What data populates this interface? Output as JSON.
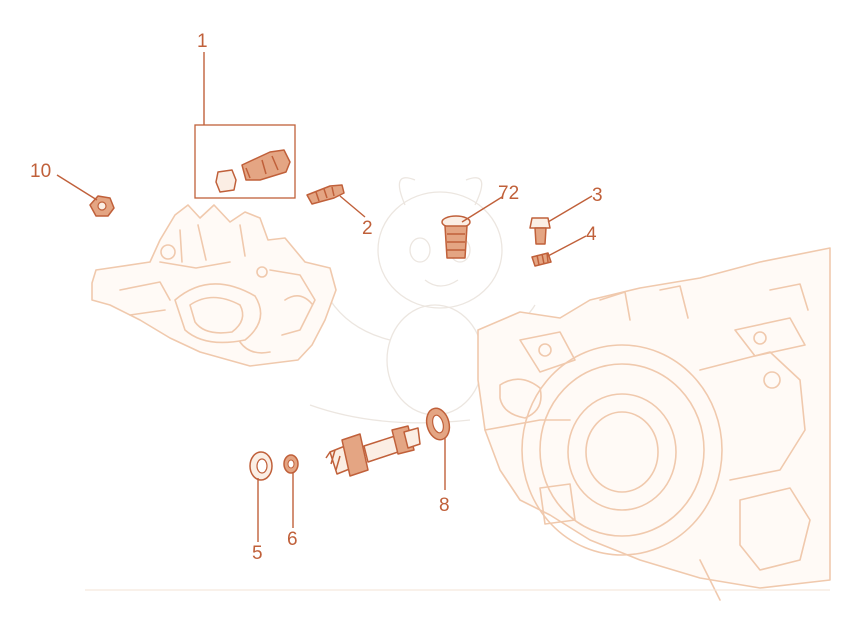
{
  "diagram": {
    "callouts": [
      {
        "id": "c1",
        "label": "1"
      },
      {
        "id": "c2",
        "label": "2"
      },
      {
        "id": "c3",
        "label": "3"
      },
      {
        "id": "c4",
        "label": "4"
      },
      {
        "id": "c5",
        "label": "5"
      },
      {
        "id": "c6",
        "label": "6"
      },
      {
        "id": "c8",
        "label": "8"
      },
      {
        "id": "c10",
        "label": "10"
      },
      {
        "id": "c72",
        "label": "72"
      }
    ],
    "colors": {
      "callout": "#c0603a",
      "housing_outline": "#f0c9ad",
      "part_fill": "#e4a583",
      "background": "#ffffff"
    }
  }
}
